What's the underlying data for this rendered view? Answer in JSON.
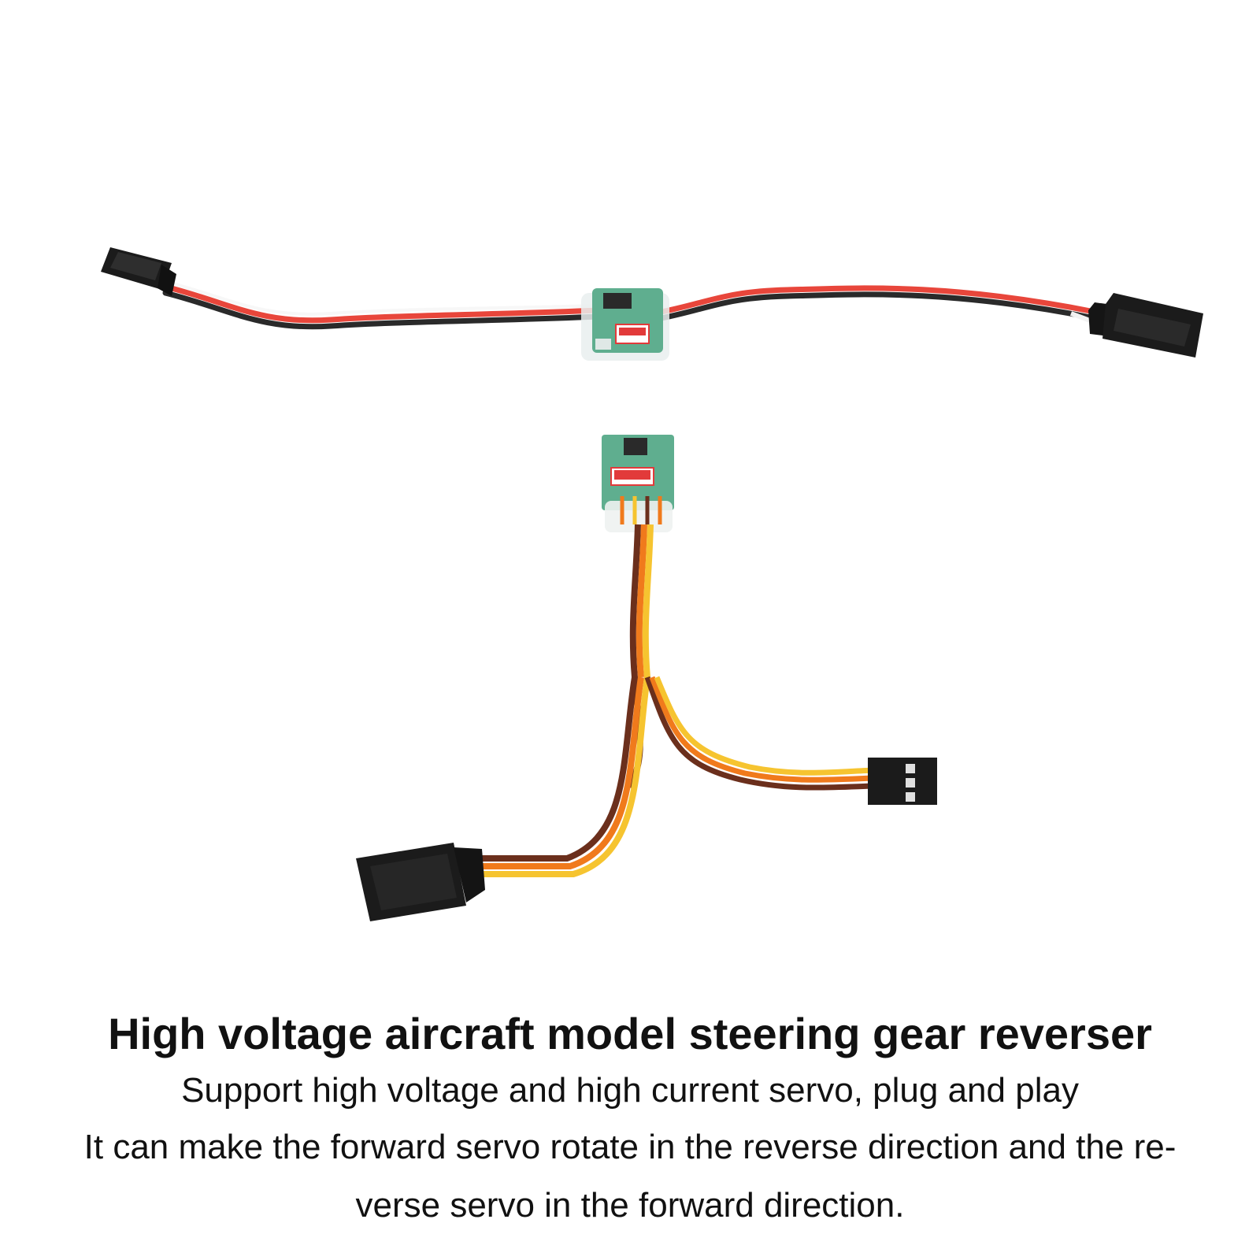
{
  "title": "High voltage aircraft model steering gear reverser",
  "subtitle": "Support high voltage and high current servo, plug and play",
  "description_line_1": "It can make the forward servo rotate in the reverse direction and the re-",
  "description_line_2": "verse servo in the forward direction.",
  "colors": {
    "background": "#ffffff",
    "text": "#111111",
    "wire_red": "#e8463b",
    "wire_black": "#2a2a2a",
    "wire_orange": "#f07a1c",
    "wire_yellow": "#f6c430",
    "wire_brown": "#6b2f1c",
    "connector": "#1b1b1b",
    "pcb": "#5fae8f",
    "label_red": "#e23a3a"
  },
  "icons": [
    "servo-reverser-product-photo"
  ]
}
